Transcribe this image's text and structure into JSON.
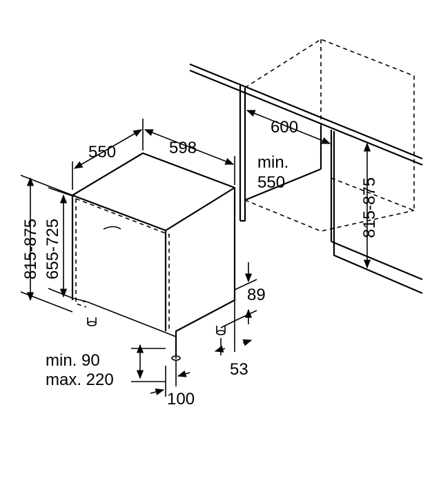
{
  "dimensions": {
    "depth": "550",
    "width": "598",
    "niche_height": "600",
    "niche_min_label": "min.",
    "niche_min_value": "550",
    "right_height": "815-875",
    "left_height": "815-875",
    "door_height": "655-725",
    "plinth_height": "89",
    "foot_depth": "53",
    "toe_gap_min": "min. 90",
    "toe_gap_max": "max. 220",
    "toe_offset": "100"
  }
}
